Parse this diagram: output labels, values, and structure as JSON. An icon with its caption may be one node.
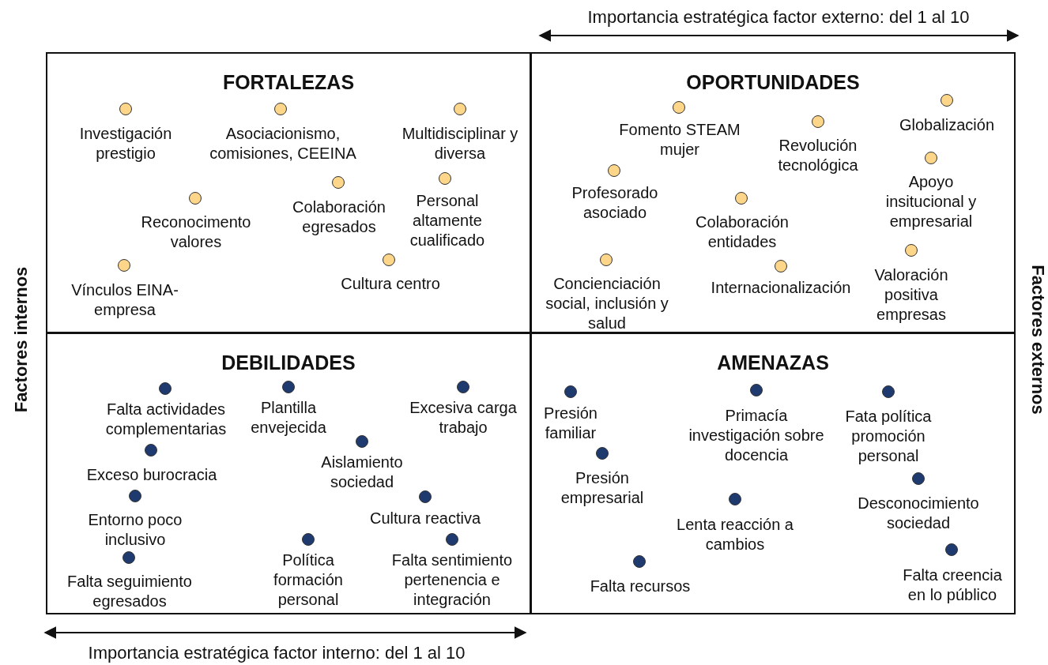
{
  "diagram": {
    "nodes": [
      {
        "text": [
          "FORTALEZAS"
        ]
      },
      {
        "text": [],
        "shape": "circle",
        "in": 0,
        "beside": [
          "Investigación prestigio"
        ]
      },
      {
        "text": [],
        "shape": "circle",
        "in": 0,
        "beside": [
          "Asociacionismo, comisiones, CEEINA"
        ]
      },
      {
        "text": [],
        "shape": "circle",
        "in": 0,
        "beside": [
          "Multidisciplinar y diversa"
        ]
      },
      {
        "text": [],
        "shape": "circle",
        "in": 0,
        "beside": [
          "Personal altamente cualificado"
        ]
      },
      {
        "text": [],
        "shape": "circle",
        "in": 0,
        "beside": [
          "Colaboración egresados"
        ]
      },
      {
        "text": [],
        "shape": "circle",
        "in": 0,
        "beside": [
          "Reconocimento valores"
        ]
      },
      {
        "text": [],
        "shape": "circle",
        "in": 0,
        "beside": [
          "Cultura centro"
        ]
      },
      {
        "text": [],
        "shape": "circle",
        "in": 0,
        "beside": [
          "Vínculos EINA-empresa"
        ]
      },
      {
        "text": [
          "OPORTUNIDADES"
        ]
      },
      {
        "text": [],
        "shape": "circle",
        "in": 9,
        "beside": [
          "Globalización"
        ]
      },
      {
        "text": [],
        "shape": "circle",
        "in": 9,
        "beside": [
          "Fomento STEAM mujer"
        ]
      },
      {
        "text": [],
        "shape": "circle",
        "in": 9,
        "beside": [
          "Revolución tecnológica"
        ]
      },
      {
        "text": [],
        "shape": "circle",
        "in": 9,
        "beside": [
          "Apoyo insitucional y empresarial"
        ]
      },
      {
        "text": [],
        "shape": "circle",
        "in": 9,
        "beside": [
          "Profesorado asociado"
        ]
      },
      {
        "text": [],
        "shape": "circle",
        "in": 9,
        "beside": [
          "Colaboración entidades"
        ]
      },
      {
        "text": [],
        "shape": "circle",
        "in": 9,
        "beside": [
          "Valoración positiva empresas"
        ]
      },
      {
        "text": [],
        "shape": "circle",
        "in": 9,
        "beside": [
          "Concienciación social, inclusión y salud"
        ]
      },
      {
        "text": [],
        "shape": "circle",
        "in": 9,
        "beside": [
          "Internacionalización"
        ]
      },
      {
        "text": [
          "DEBILIDADES"
        ]
      },
      {
        "text": [],
        "shape": "circle",
        "in": 19,
        "beside": [
          "Falta actividades complementarias"
        ]
      },
      {
        "text": [],
        "shape": "circle",
        "in": 19,
        "beside": [
          "Plantilla envejecida"
        ]
      },
      {
        "text": [],
        "shape": "circle",
        "in": 19,
        "beside": [
          "Excesiva carga trabajo"
        ]
      },
      {
        "text": [],
        "shape": "circle",
        "in": 19,
        "beside": [
          "Aislamiento sociedad"
        ]
      },
      {
        "text": [],
        "shape": "circle",
        "in": 19,
        "beside": [
          "Exceso burocracia"
        ]
      },
      {
        "text": [],
        "shape": "circle",
        "in": 19,
        "beside": [
          "Entorno poco inclusivo"
        ]
      },
      {
        "text": [],
        "shape": "circle",
        "in": 19,
        "beside": [
          "Cultura reactiva"
        ]
      },
      {
        "text": [],
        "shape": "circle",
        "in": 19,
        "beside": [
          "Política formación personal"
        ]
      },
      {
        "text": [],
        "shape": "circle",
        "in": 19,
        "beside": [
          "Falta sentimiento pertenencia e integración"
        ]
      },
      {
        "text": [],
        "shape": "circle",
        "in": 19,
        "beside": [
          "Falta seguimiento egresados"
        ]
      },
      {
        "text": [
          "AMENAZAS"
        ]
      },
      {
        "text": [],
        "shape": "circle",
        "in": 30,
        "beside": [
          "Presión familiar"
        ]
      },
      {
        "text": [],
        "shape": "circle",
        "in": 30,
        "beside": [
          "Primacía investigación sobre docencia"
        ]
      },
      {
        "text": [],
        "shape": "circle",
        "in": 30,
        "beside": [
          "Fata política promoción personal"
        ]
      },
      {
        "text": [],
        "shape": "circle",
        "in": 30,
        "beside": [
          "Presión empresarial"
        ]
      },
      {
        "text": [],
        "shape": "circle",
        "in": 30,
        "beside": [
          "Desconocimiento sociedad"
        ]
      },
      {
        "text": [],
        "shape": "circle",
        "in": 30,
        "beside": [
          "Lenta reacción a cambios"
        ]
      },
      {
        "text": [],
        "shape": "circle",
        "in": 30,
        "beside": [
          "Falta creencia en lo público"
        ]
      },
      {
        "text": [],
        "shape": "circle",
        "in": 30,
        "beside": [
          "Falta recursos"
        ]
      }
    ],
    "edges": [],
    "labels": [
      "Importancia estratégica factor externo: del 1 al 10",
      "Factores internos",
      "Factores externos",
      "Importancia estratégica factor interno: del 1 al 10"
    ]
  }
}
